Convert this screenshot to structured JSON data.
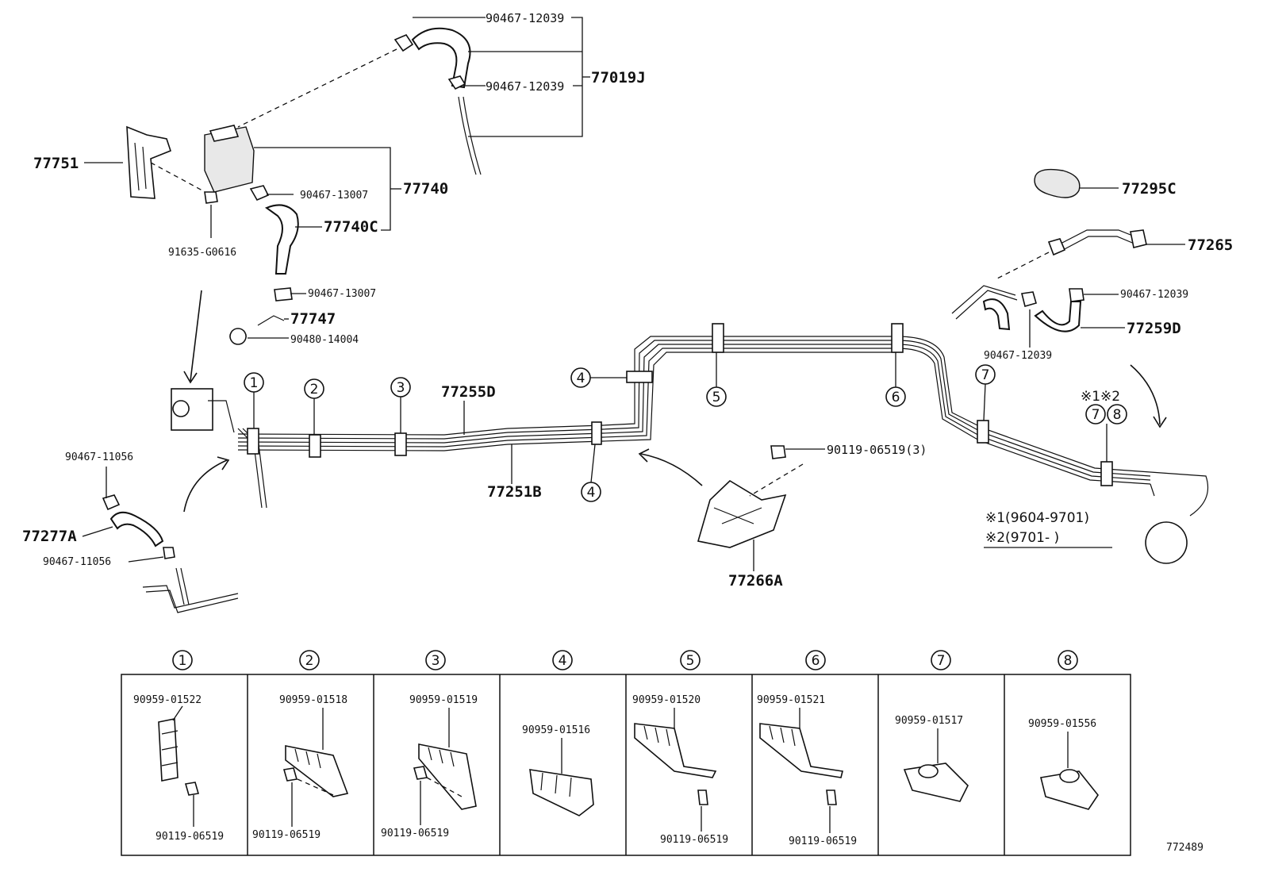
{
  "labels": {
    "p77019J": "77019J",
    "p90467_12039_a": "90467-12039",
    "p90467_12039_b": "90467-12039",
    "p77751": "77751",
    "p77740": "77740",
    "p90467_13007_a": "90467-13007",
    "p77740C": "77740C",
    "p91635_G0616": "91635-G0616",
    "p90467_13007_b": "90467-13007",
    "p77747": "77747",
    "p90480_14004": "90480-14004",
    "p77295C": "77295C",
    "p77265": "77265",
    "p90467_12039_c": "90467-12039",
    "p77259D": "77259D",
    "p90467_12039_d": "90467-12039",
    "p77255D": "77255D",
    "p77251B": "77251B",
    "p90119_06519_3": "90119-06519(3)",
    "p77266A": "77266A",
    "p90467_11056_a": "90467-11056",
    "p77277A": "77277A",
    "p90467_11056_b": "90467-11056"
  },
  "markers": {
    "m1": "1",
    "m2": "2",
    "m3": "3",
    "m4a": "4",
    "m4b": "4",
    "m5": "5",
    "m6": "6",
    "m7": "7",
    "m7b": "7",
    "m8": "8"
  },
  "note": {
    "marks": "※1※2",
    "line1": "※1(9604-9701)",
    "line2": "※2(9701-        )"
  },
  "clamp_table": {
    "headers": [
      "1",
      "2",
      "3",
      "4",
      "5",
      "6",
      "7",
      "8"
    ],
    "clamps": [
      "90959-01522",
      "90959-01518",
      "90959-01519",
      "90959-01516",
      "90959-01520",
      "90959-01521",
      "90959-01517",
      "90959-01556"
    ],
    "bolts": [
      "90119-06519",
      "90119-06519",
      "90119-06519",
      "",
      "90119-06519",
      "90119-06519",
      "",
      ""
    ]
  },
  "figure_number": "772489"
}
